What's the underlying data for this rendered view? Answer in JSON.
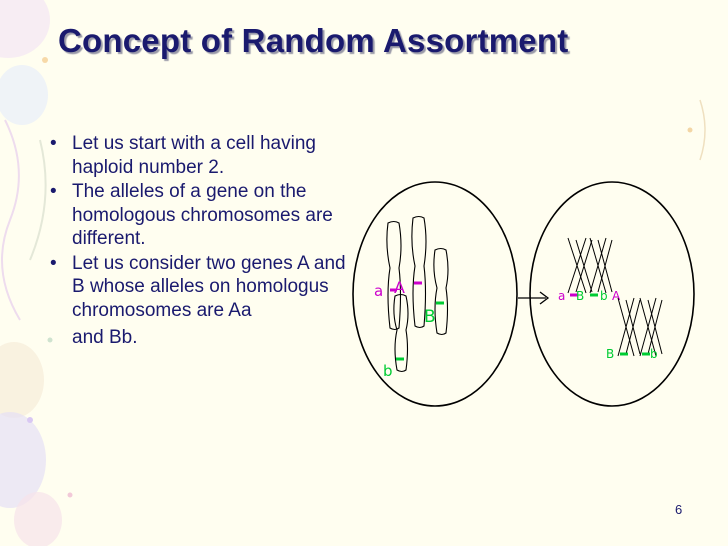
{
  "slide": {
    "title": "Concept of Random Assortment",
    "bullets": [
      "Let us start with a cell having haploid number 2.",
      "The alleles of a gene on the homologous chromosomes are different.",
      "Let us consider two genes A and B whose alleles on homologus chromosomes are Aa"
    ],
    "bullet_tail": "and Bb.",
    "bullet_marker": "•",
    "page_number": "6"
  },
  "diagram": {
    "left_cell_labels": [
      "a",
      "A",
      "B",
      "b"
    ],
    "right_cell_labels": [
      "a",
      "B",
      "b",
      "A",
      "B",
      "b"
    ],
    "colors": {
      "allele_lower_a": "#cc00cc",
      "allele_upper_A": "#cc00cc",
      "allele_B": "#00cc33",
      "outline": "#000000",
      "text": "#1a1a6e"
    }
  }
}
